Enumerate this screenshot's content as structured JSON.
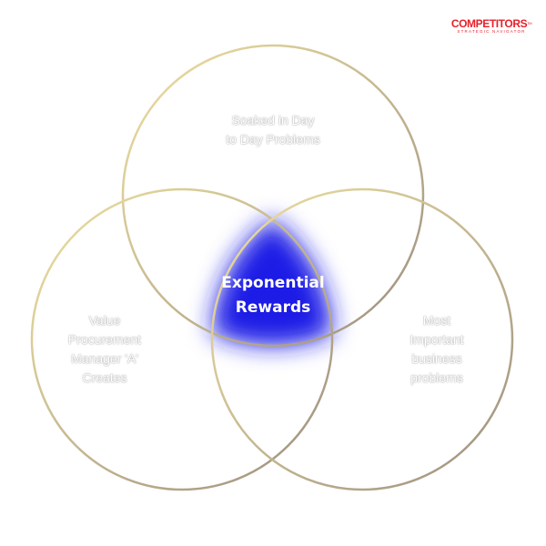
{
  "logo": {
    "name": "COMPETITORS",
    "trademark": "TM",
    "tagline": "STRATEGIC NAVIGATOR",
    "color": "#e8202a"
  },
  "venn": {
    "circles": [
      {
        "id": "top",
        "label": "Soaked  in Day\nto Day Problems"
      },
      {
        "id": "left",
        "label": "Value\nProcurement\nManager 'A'\nCreates"
      },
      {
        "id": "right",
        "label": "Most\nImportant\nbusiness\nproblems"
      }
    ],
    "center_label": "Exponential\nRewards",
    "colors": {
      "circle_stroke_light": "#efe1a0",
      "circle_stroke_dark": "#9c8f80",
      "center_fill": "#1e1ee6",
      "label_text": "#ffffff"
    }
  }
}
